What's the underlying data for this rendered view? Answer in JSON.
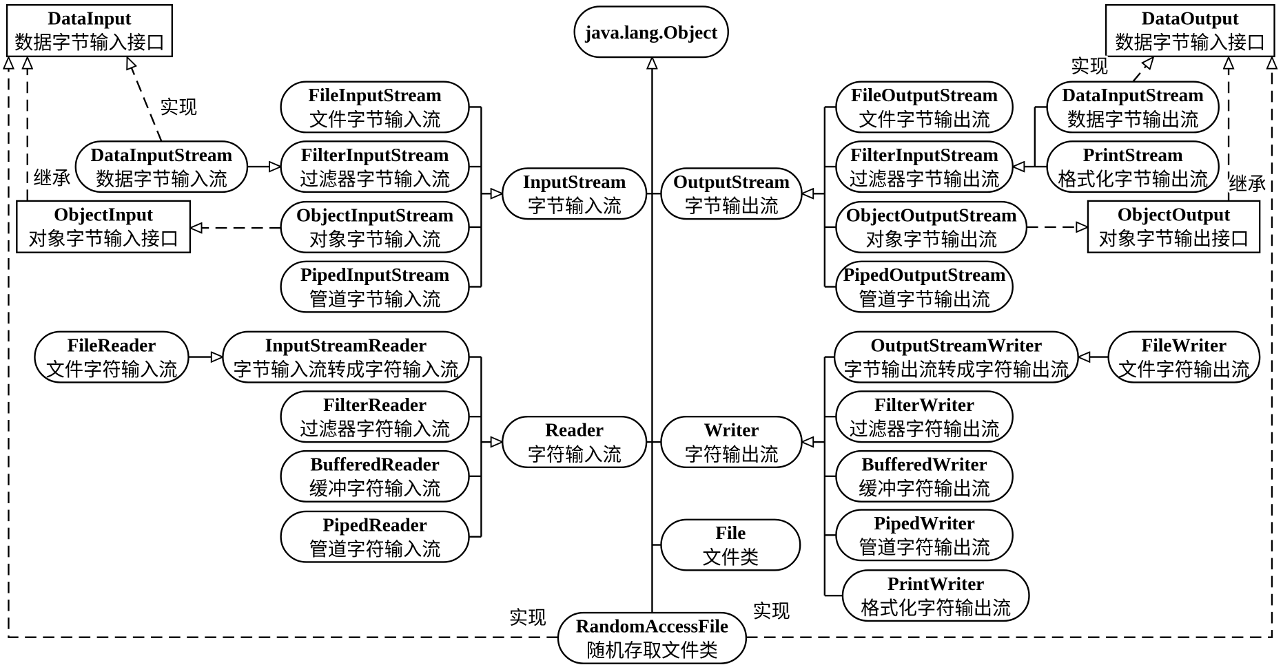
{
  "colors": {
    "line": "#000000",
    "background": "#ffffff"
  },
  "nodes": {
    "object": {
      "title": "java.lang.Object"
    },
    "data_input": {
      "title": "DataInput",
      "subtitle": "数据字节输入接口"
    },
    "data_output": {
      "title": "DataOutput",
      "subtitle": "数据字节输入接口"
    },
    "object_input": {
      "title": "ObjectInput",
      "subtitle": "对象字节输入接口"
    },
    "object_output": {
      "title": "ObjectOutput",
      "subtitle": "对象字节输出接口"
    },
    "data_input_stream": {
      "title": "DataInputStream",
      "subtitle": "数据字节输入流"
    },
    "file_input_stream": {
      "title": "FileInputStream",
      "subtitle": "文件字节输入流"
    },
    "filter_input_stream": {
      "title": "FilterInputStream",
      "subtitle": "过滤器字节输入流"
    },
    "object_input_stream": {
      "title": "ObjectInputStream",
      "subtitle": "对象字节输入流"
    },
    "piped_input_stream": {
      "title": "PipedInputStream",
      "subtitle": "管道字节输入流"
    },
    "input_stream": {
      "title": "InputStream",
      "subtitle": "字节输入流"
    },
    "output_stream": {
      "title": "OutputStream",
      "subtitle": "字节输出流"
    },
    "file_output_stream": {
      "title": "FileOutputStream",
      "subtitle": "文件字节输出流"
    },
    "filter_output_stream": {
      "title": "FilterInputStream",
      "subtitle": "过滤器字节输出流"
    },
    "object_output_stream": {
      "title": "ObjectOutputStream",
      "subtitle": "对象字节输出流"
    },
    "piped_output_stream": {
      "title": "PipedOutputStream",
      "subtitle": "管道字节输出流"
    },
    "data_output_stream": {
      "title": "DataInputStream",
      "subtitle": "数据字节输出流"
    },
    "print_stream": {
      "title": "PrintStream",
      "subtitle": "格式化字节输出流"
    },
    "file_reader": {
      "title": "FileReader",
      "subtitle": "文件字符输入流"
    },
    "input_stream_reader": {
      "title": "InputStreamReader",
      "subtitle": "字节输入流转成字符输入流"
    },
    "filter_reader": {
      "title": "FilterReader",
      "subtitle": "过滤器字符输入流"
    },
    "buffered_reader": {
      "title": "BufferedReader",
      "subtitle": "缓冲字符输入流"
    },
    "piped_reader": {
      "title": "PipedReader",
      "subtitle": "管道字符输入流"
    },
    "reader": {
      "title": "Reader",
      "subtitle": "字符输入流"
    },
    "writer": {
      "title": "Writer",
      "subtitle": "字符输出流"
    },
    "output_stream_writer": {
      "title": "OutputStreamWriter",
      "subtitle": "字节输出流转成字符输出流"
    },
    "file_writer": {
      "title": "FileWriter",
      "subtitle": "文件字符输出流"
    },
    "filter_writer": {
      "title": "FilterWriter",
      "subtitle": "过滤器字符输出流"
    },
    "buffered_writer": {
      "title": "BufferedWriter",
      "subtitle": "缓冲字符输出流"
    },
    "piped_writer": {
      "title": "PipedWriter",
      "subtitle": "管道字符输出流"
    },
    "print_writer": {
      "title": "PrintWriter",
      "subtitle": "格式化字符输出流"
    },
    "file": {
      "title": "File",
      "subtitle": "文件类"
    },
    "random_access_file": {
      "title": "RandomAccessFile",
      "subtitle": "随机存取文件类"
    }
  },
  "edge_labels": {
    "data_input_stream_implements": "实现",
    "object_input_extends": "继承",
    "random_access_file_implements_input": "实现",
    "random_access_file_implements_output": "实现",
    "data_output_stream_implements": "实现",
    "object_output_extends": "继承"
  }
}
